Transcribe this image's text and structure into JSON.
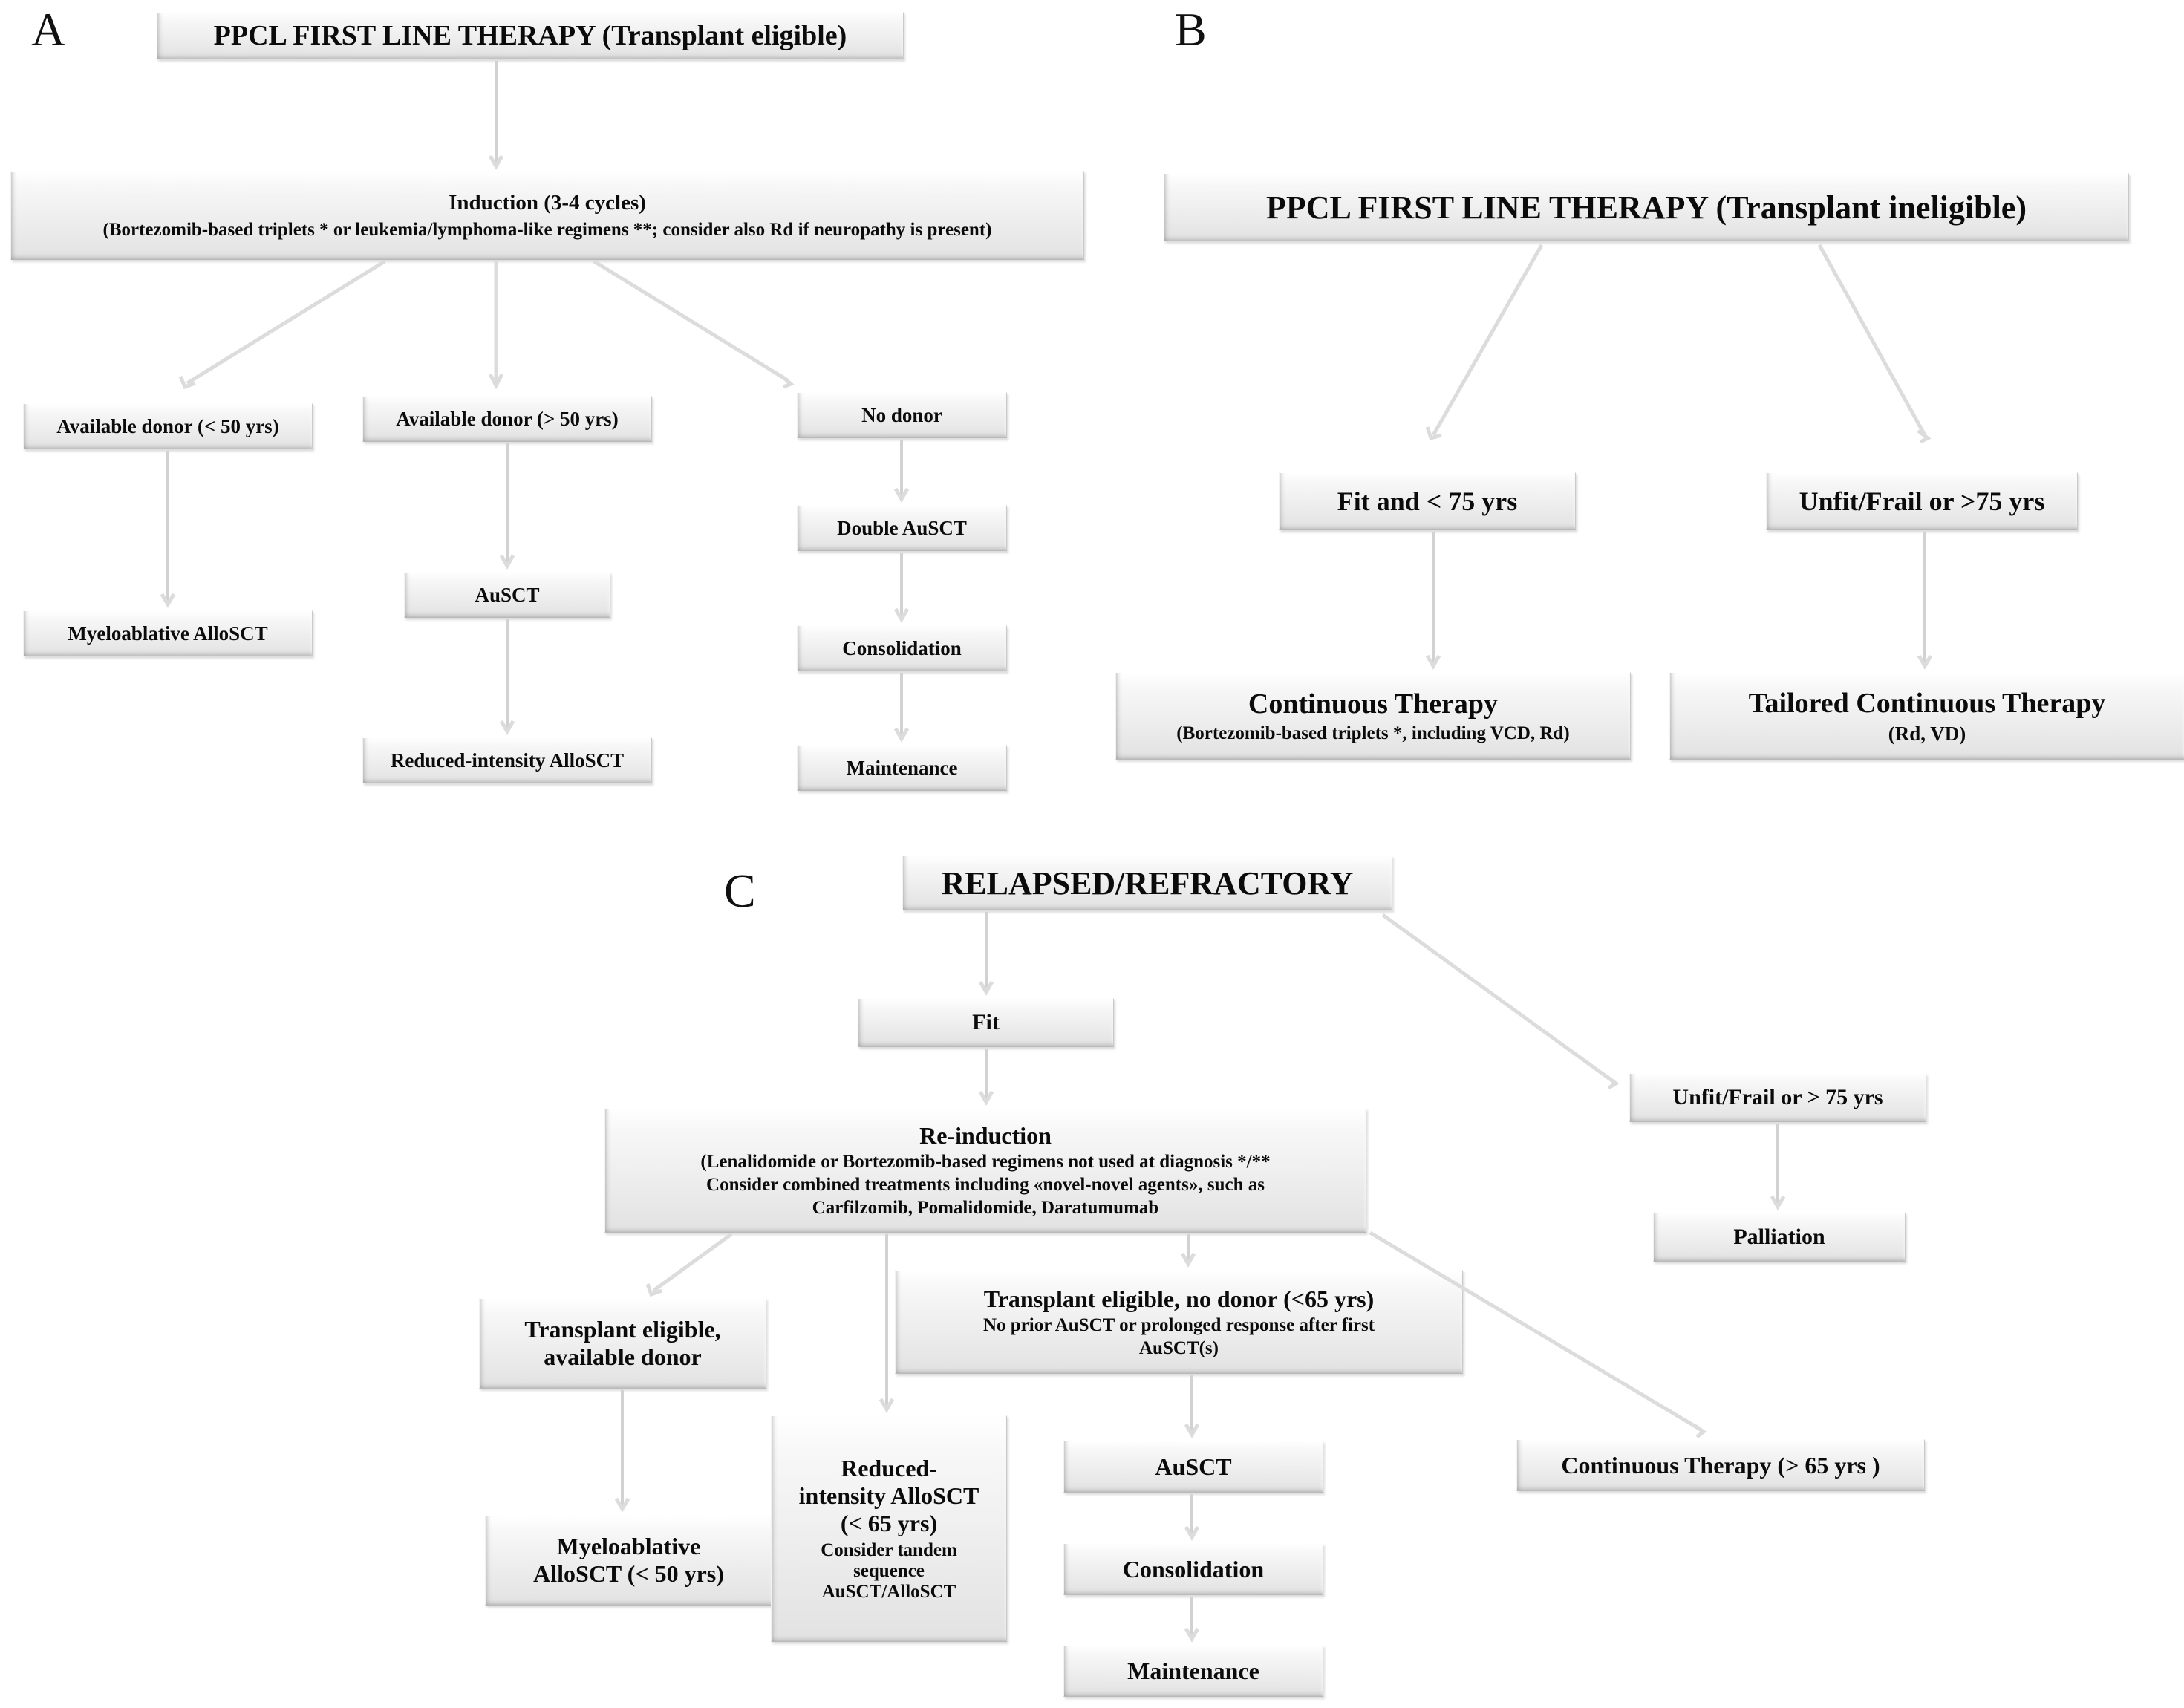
{
  "figure": {
    "type": "clinical-treatment-algorithm-flowchart",
    "panels": [
      {
        "letter": "A",
        "title": "PPCL FIRST LINE THERAPY (Transplant eligible)",
        "nodes": [
          {
            "id": "a-title",
            "lines": [
              "PPCL FIRST LINE THERAPY (Transplant eligible)"
            ]
          },
          {
            "id": "a-induction",
            "lines": [
              "Induction (3-4 cycles)",
              "(Bortezomib-based triplets *  or leukemia/lymphoma-like regimens **; consider also Rd if neuropathy is present)"
            ]
          },
          {
            "id": "a-donor-lt50",
            "lines": [
              "Available donor (< 50 yrs)"
            ]
          },
          {
            "id": "a-donor-gt50",
            "lines": [
              "Available donor (> 50 yrs)"
            ]
          },
          {
            "id": "a-no-donor",
            "lines": [
              "No donor"
            ]
          },
          {
            "id": "a-myelo-allo",
            "lines": [
              "Myeloablative AlloSCT"
            ]
          },
          {
            "id": "a-ausct",
            "lines": [
              "AuSCT"
            ]
          },
          {
            "id": "a-ric-allo",
            "lines": [
              "Reduced-intensity AlloSCT"
            ]
          },
          {
            "id": "a-double-ausct",
            "lines": [
              "Double AuSCT"
            ]
          },
          {
            "id": "a-consolidation",
            "lines": [
              "Consolidation"
            ]
          },
          {
            "id": "a-maintenance",
            "lines": [
              "Maintenance"
            ]
          }
        ]
      },
      {
        "letter": "B",
        "title": "PPCL FIRST LINE THERAPY (Transplant ineligible)",
        "nodes": [
          {
            "id": "b-title",
            "lines": [
              "PPCL FIRST LINE THERAPY (Transplant ineligible)"
            ]
          },
          {
            "id": "b-fit",
            "lines": [
              "Fit and < 75 yrs"
            ]
          },
          {
            "id": "b-unfit",
            "lines": [
              "Unfit/Frail or >75 yrs"
            ]
          },
          {
            "id": "b-continuous",
            "lines": [
              "Continuous Therapy",
              "(Bortezomib-based triplets *, including VCD,  Rd)"
            ]
          },
          {
            "id": "b-tailored",
            "lines": [
              "Tailored Continuous Therapy",
              "(Rd, VD)"
            ]
          }
        ]
      },
      {
        "letter": "C",
        "title": "RELAPSED/REFRACTORY",
        "nodes": [
          {
            "id": "c-title",
            "lines": [
              "RELAPSED/REFRACTORY"
            ]
          },
          {
            "id": "c-fit",
            "lines": [
              "Fit"
            ]
          },
          {
            "id": "c-reinduction",
            "lines": [
              "Re-induction",
              "(Lenalidomide or Bortezomib-based regimens not used at diagnosis */**",
              "Consider combined treatments including  «novel-novel agents», such as",
              "Carfilzomib, Pomalidomide,  Daratumumab"
            ]
          },
          {
            "id": "c-unfit",
            "lines": [
              "Unfit/Frail or > 75 yrs"
            ]
          },
          {
            "id": "c-palliation",
            "lines": [
              "Palliation"
            ]
          },
          {
            "id": "c-te-donor",
            "lines": [
              "Transplant eligible,",
              "available donor"
            ]
          },
          {
            "id": "c-te-nodonor",
            "lines": [
              "Transplant eligible, no donor (<65 yrs)",
              "No prior AuSCT or prolonged response  after  first",
              "AuSCT(s)"
            ]
          },
          {
            "id": "c-myelo-allo",
            "lines": [
              "Myeloablative",
              "AlloSCT  (< 50 yrs)"
            ]
          },
          {
            "id": "c-ric-allo",
            "lines": [
              "Reduced-",
              "intensity AlloSCT",
              "(< 65 yrs)",
              "Consider  tandem",
              "sequence",
              "AuSCT/AlloSCT"
            ]
          },
          {
            "id": "c-ausct",
            "lines": [
              "AuSCT"
            ]
          },
          {
            "id": "c-consolidation",
            "lines": [
              "Consolidation"
            ]
          },
          {
            "id": "c-maintenance",
            "lines": [
              "Maintenance"
            ]
          },
          {
            "id": "c-continuous",
            "lines": [
              "Continuous Therapy (> 65 yrs )"
            ]
          }
        ]
      }
    ]
  },
  "panelA": {
    "letter": "A",
    "title": "PPCL FIRST LINE THERAPY (Transplant eligible)",
    "induction_l1": "Induction (3-4 cycles)",
    "induction_l2": "(Bortezomib-based triplets *  or leukemia/lymphoma-like regimens **; consider also Rd if neuropathy is present)",
    "donor_lt50": "Available donor (< 50 yrs)",
    "donor_gt50": "Available donor (> 50 yrs)",
    "no_donor": "No donor",
    "myeloablative_allosct": "Myeloablative AlloSCT",
    "ausct": "AuSCT",
    "ric_allosct": "Reduced-intensity AlloSCT",
    "double_ausct": "Double AuSCT",
    "consolidation": "Consolidation",
    "maintenance": "Maintenance"
  },
  "panelB": {
    "letter": "B",
    "title": "PPCL FIRST LINE THERAPY (Transplant ineligible)",
    "fit_lt75": "Fit and < 75 yrs",
    "unfit_gt75": "Unfit/Frail or >75 yrs",
    "continuous_l1": "Continuous Therapy",
    "continuous_l2": "(Bortezomib-based triplets *, including VCD,  Rd)",
    "tailored_l1": "Tailored Continuous Therapy",
    "tailored_l2": "(Rd, VD)"
  },
  "panelC": {
    "letter": "C",
    "title": "RELAPSED/REFRACTORY",
    "fit": "Fit",
    "reinduction_l1": "Re-induction",
    "reinduction_l2": "(Lenalidomide or Bortezomib-based regimens not used at diagnosis */**",
    "reinduction_l3": "Consider combined treatments including  «novel-novel agents», such as",
    "reinduction_l4": "Carfilzomib, Pomalidomide,  Daratumumab",
    "unfit": "Unfit/Frail or > 75 yrs",
    "palliation": "Palliation",
    "te_donor_l1": "Transplant eligible,",
    "te_donor_l2": "available donor",
    "te_nodonor_l1": "Transplant eligible, no donor (<65 yrs)",
    "te_nodonor_l2": "No prior AuSCT or prolonged response  after  first",
    "te_nodonor_l3": "AuSCT(s)",
    "myelo_l1": "Myeloablative",
    "myelo_l2": "AlloSCT  (< 50 yrs)",
    "ric_l1": "Reduced-",
    "ric_l2": "intensity AlloSCT",
    "ric_l3": "(< 65 yrs)",
    "ric_l4": "Consider  tandem",
    "ric_l5": "sequence",
    "ric_l6": "AuSCT/AlloSCT",
    "ausct": "AuSCT",
    "consolidation": "Consolidation",
    "maintenance": "Maintenance",
    "continuous_gt65": "Continuous Therapy (> 65 yrs )"
  }
}
